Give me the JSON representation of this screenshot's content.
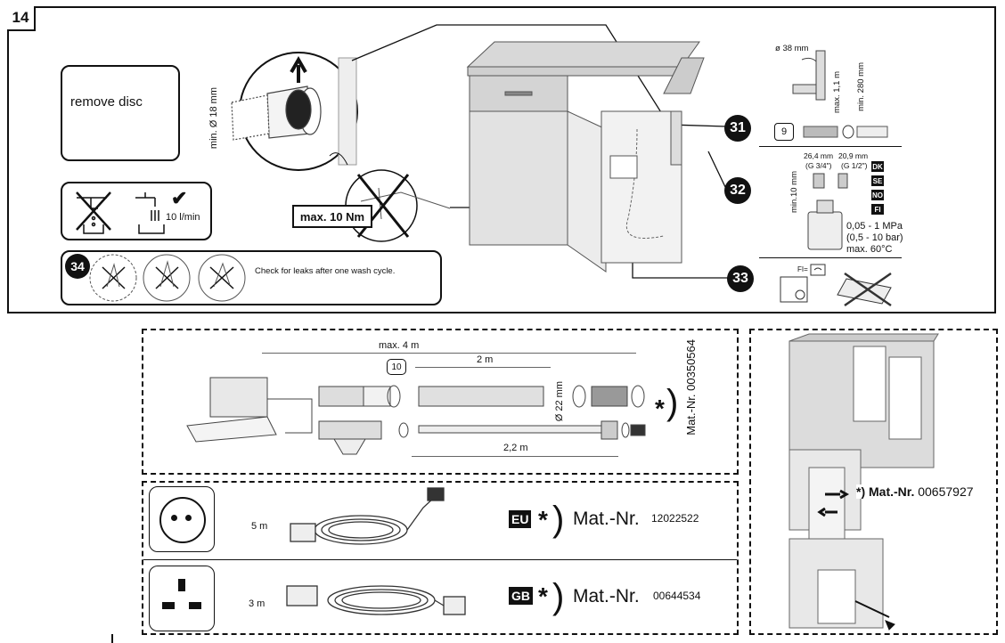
{
  "step": "14",
  "remove_disc": "remove disc",
  "hose_diameter": "min. Ø 18 mm",
  "flow_rate": "10 l/min",
  "torque_label": "max. 10 Nm",
  "leak_step_num": "34",
  "leak_text": "Check for leaks after one wash cycle.",
  "callouts": [
    "31",
    "32",
    "33"
  ],
  "siphon": {
    "diameter": "ø 38 mm",
    "height_max": "max. 1,1 m",
    "height_min": "min. 280 mm",
    "part_no": "9"
  },
  "connector": {
    "left_size": "26,4 mm",
    "left_thread": "(G 3/4\")",
    "right_size": "20,9 mm",
    "right_thread": "(G 1/2\")",
    "min_length": "min.10 mm",
    "countries": [
      "DK",
      "SE",
      "NO",
      "FI"
    ],
    "pressure_1": "0,05 - 1 MPa",
    "pressure_2": "(0,5 - 10 bar)",
    "temp": "max. 60°C"
  },
  "rcd_label": "FI=",
  "extension": {
    "max_length": "max. 4 m",
    "hose_length": "2 m",
    "hose_diameter": "Ø 22 mm",
    "water_length": "2,2 m",
    "part_no": "10",
    "asterisk": "*",
    "mat_nr": "Mat.-Nr. 00350564"
  },
  "power_cords": [
    {
      "length": "5 m",
      "region": "EU",
      "asterisk": "*",
      "mat_label": "Mat.-Nr.",
      "mat_num": "12022522"
    },
    {
      "length": "3 m",
      "region": "GB",
      "asterisk": "*",
      "mat_label": "Mat.-Nr.",
      "mat_num": "00644534"
    }
  ],
  "panel": {
    "label": "*) Mat.-Nr.",
    "num": "00657927"
  }
}
